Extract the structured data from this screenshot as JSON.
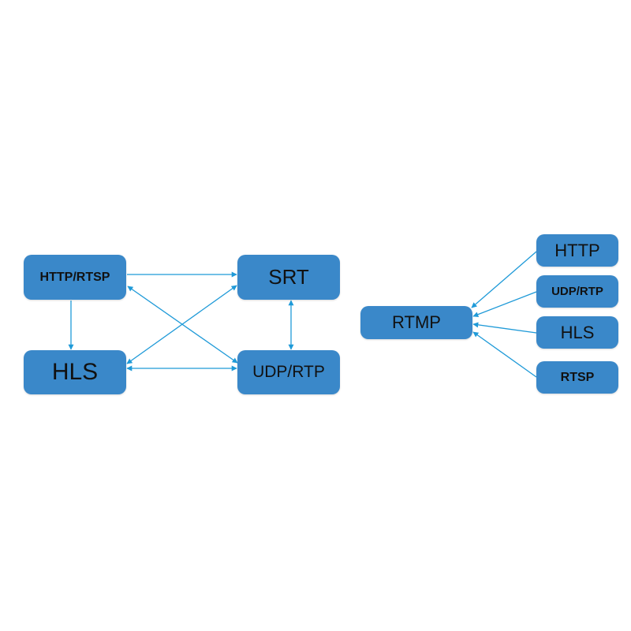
{
  "colors": {
    "node_fill": "#3a88c9",
    "node_text": "#111111",
    "edge": "#1f9ad8"
  },
  "left_diagram": {
    "nodes": [
      {
        "id": "http-rtsp",
        "label": "HTTP/RTSP"
      },
      {
        "id": "srt",
        "label": "SRT"
      },
      {
        "id": "hls",
        "label": "HLS"
      },
      {
        "id": "udp-rtp",
        "label": "UDP/RTP"
      }
    ],
    "edges": [
      {
        "from": "http-rtsp",
        "to": "srt",
        "direction": "forward"
      },
      {
        "from": "http-rtsp",
        "to": "hls",
        "direction": "forward"
      },
      {
        "from": "http-rtsp",
        "to": "udp-rtp",
        "direction": "both"
      },
      {
        "from": "srt",
        "to": "hls",
        "direction": "both"
      },
      {
        "from": "srt",
        "to": "udp-rtp",
        "direction": "both"
      },
      {
        "from": "hls",
        "to": "udp-rtp",
        "direction": "both"
      }
    ]
  },
  "right_diagram": {
    "hub": {
      "id": "rtmp",
      "label": "RTMP"
    },
    "sources": [
      {
        "id": "http",
        "label": "HTTP"
      },
      {
        "id": "udp-rtp-2",
        "label": "UDP/RTP"
      },
      {
        "id": "hls-2",
        "label": "HLS"
      },
      {
        "id": "rtsp",
        "label": "RTSP"
      }
    ]
  }
}
